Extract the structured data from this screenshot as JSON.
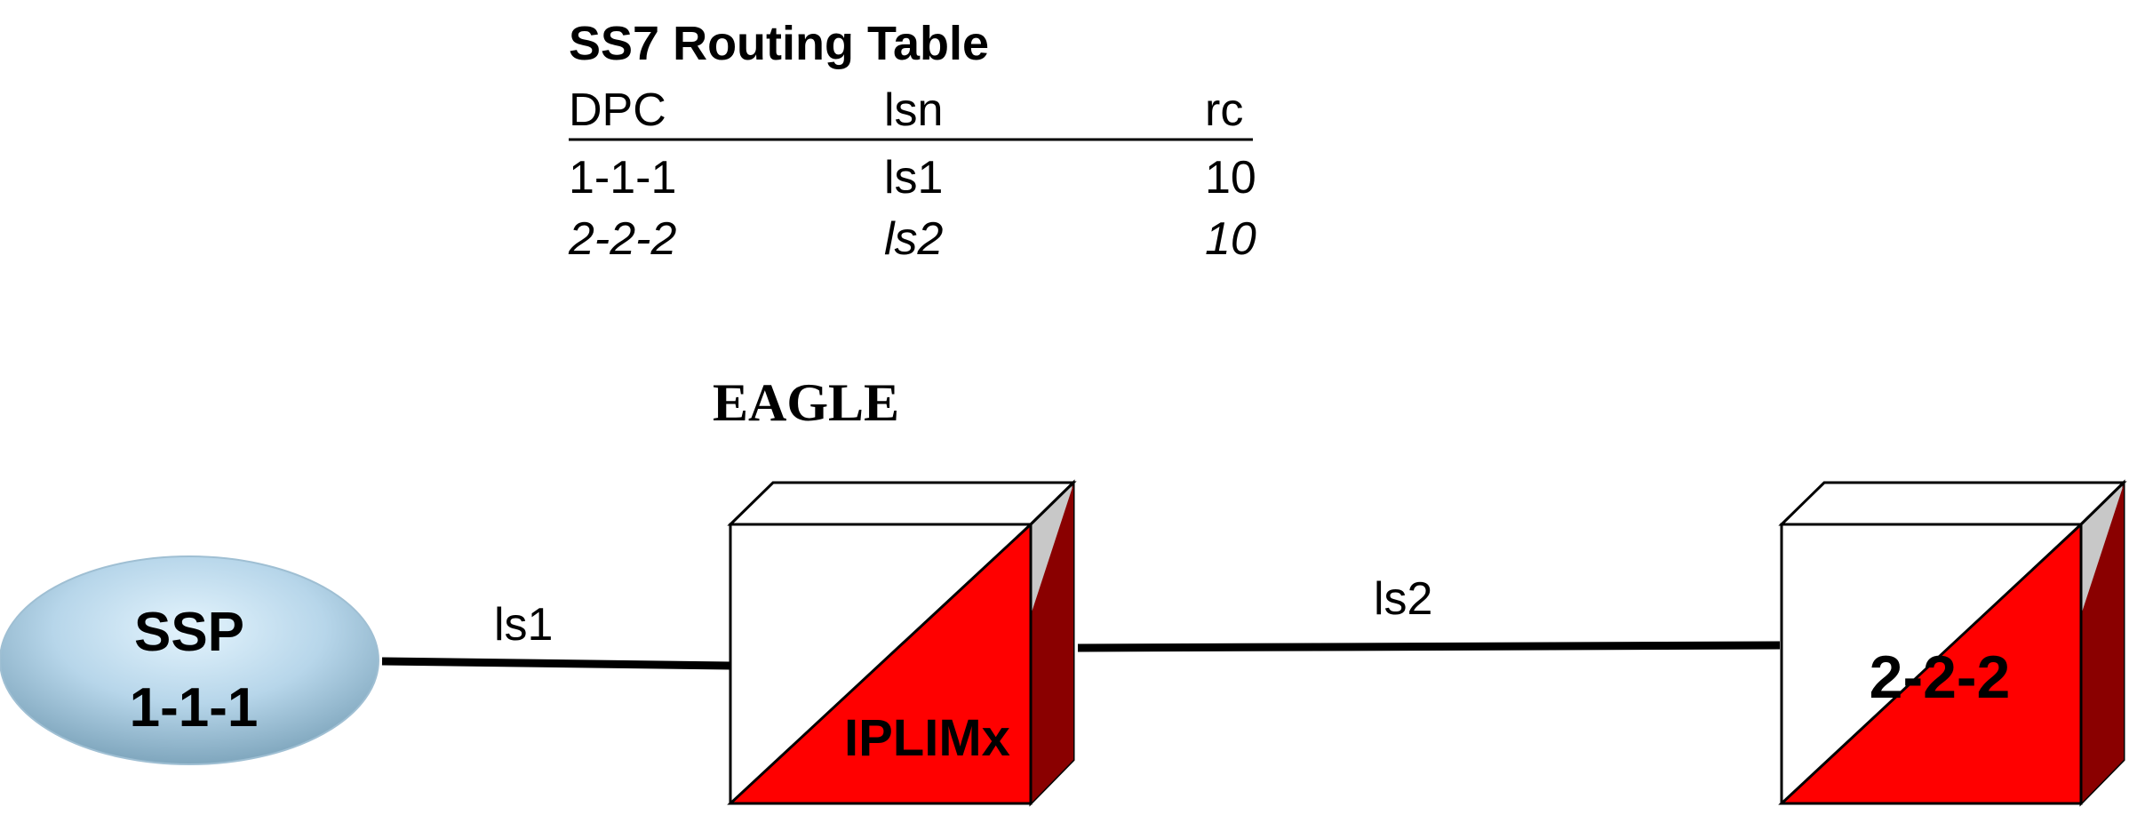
{
  "routing_table": {
    "title": "SS7 Routing Table",
    "headers": [
      "DPC",
      "lsn",
      "rc"
    ],
    "rows": [
      {
        "dpc": "1-1-1",
        "lsn": "ls1",
        "rc": "10",
        "italic": false
      },
      {
        "dpc": "2-2-2",
        "lsn": "ls2",
        "rc": "10",
        "italic": true
      }
    ]
  },
  "diagram": {
    "eagle_label": "EAGLE",
    "ssp": {
      "line1": "SSP",
      "line2": "1-1-1"
    },
    "iplim_label": "IPLIMx",
    "remote_label": "2-2-2",
    "links": {
      "ls1": "ls1",
      "ls2": "ls2"
    }
  },
  "colors": {
    "node_red": "#ff0000",
    "node_dark_red": "#8a0000",
    "node_side_gray": "#c8c8c8",
    "ssp_light": "#d6ecf8",
    "ssp_dark": "#7fa6bd",
    "line": "#000000"
  }
}
